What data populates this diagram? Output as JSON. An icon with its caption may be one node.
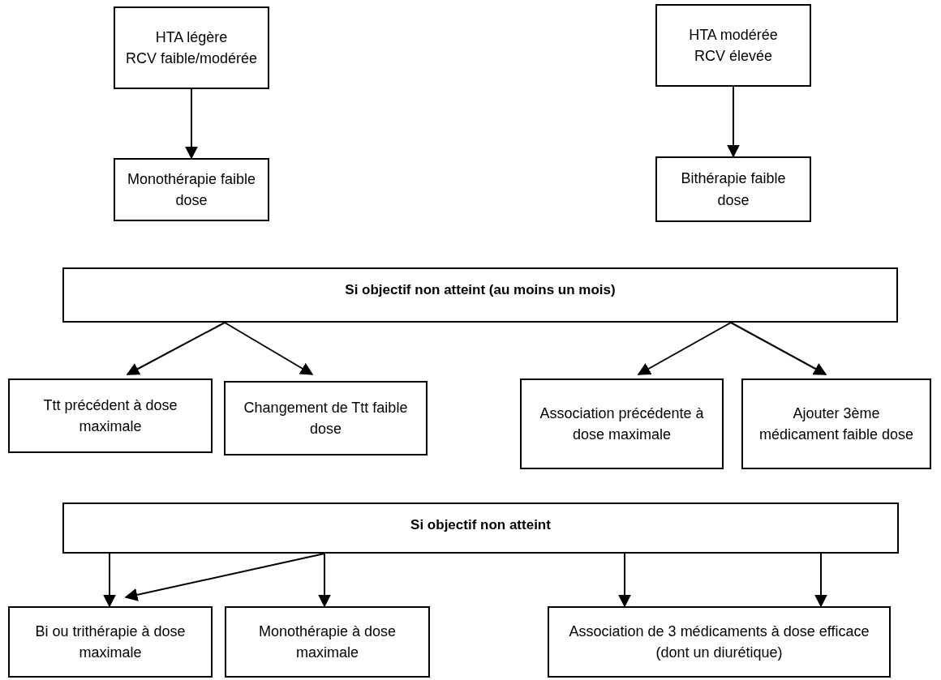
{
  "diagram": {
    "nodes": [
      {
        "text": [
          "HTA légère",
          "RCV faible/modérée"
        ]
      },
      {
        "text": [
          "Monothérapie faible dose"
        ]
      },
      {
        "text": [
          "HTA modérée",
          "RCV élevée"
        ]
      },
      {
        "text": [
          "Bithérapie faible dose"
        ]
      },
      {
        "text": [
          "Si objectif non atteint (au moins un mois)"
        ]
      },
      {
        "text": [
          "Ttt précédent à dose maximale"
        ]
      },
      {
        "text": [
          "Changement de Ttt faible dose"
        ]
      },
      {
        "text": [
          "Association précédente à dose maximale"
        ]
      },
      {
        "text": [
          "Ajouter 3ème médicament faible dose"
        ]
      },
      {
        "text": [
          "Si objectif non atteint"
        ]
      },
      {
        "text": [
          "Bi ou trithérapie à dose maximale"
        ]
      },
      {
        "text": [
          "Monothérapie à dose maximale"
        ]
      },
      {
        "text": [
          "Association de 3 médicaments à dose efficace (dont un diurétique)"
        ]
      }
    ],
    "edges": [
      {
        "from": 0,
        "to": 1,
        "arrow": "to"
      },
      {
        "from": 2,
        "to": 3,
        "arrow": "to"
      },
      {
        "from": 4,
        "to": 5,
        "arrow": "to"
      },
      {
        "from": 4,
        "to": 6,
        "arrow": "to"
      },
      {
        "from": 4,
        "to": 7,
        "arrow": "to"
      },
      {
        "from": 4,
        "to": 8,
        "arrow": "to"
      },
      {
        "from": 9,
        "to": 10,
        "arrow": "to"
      },
      {
        "from": 9,
        "to": 10,
        "arrow": "to"
      },
      {
        "from": 9,
        "to": 11,
        "arrow": "to"
      },
      {
        "from": 9,
        "to": 12,
        "arrow": "to"
      },
      {
        "from": 9,
        "to": 12,
        "arrow": "to"
      }
    ]
  }
}
